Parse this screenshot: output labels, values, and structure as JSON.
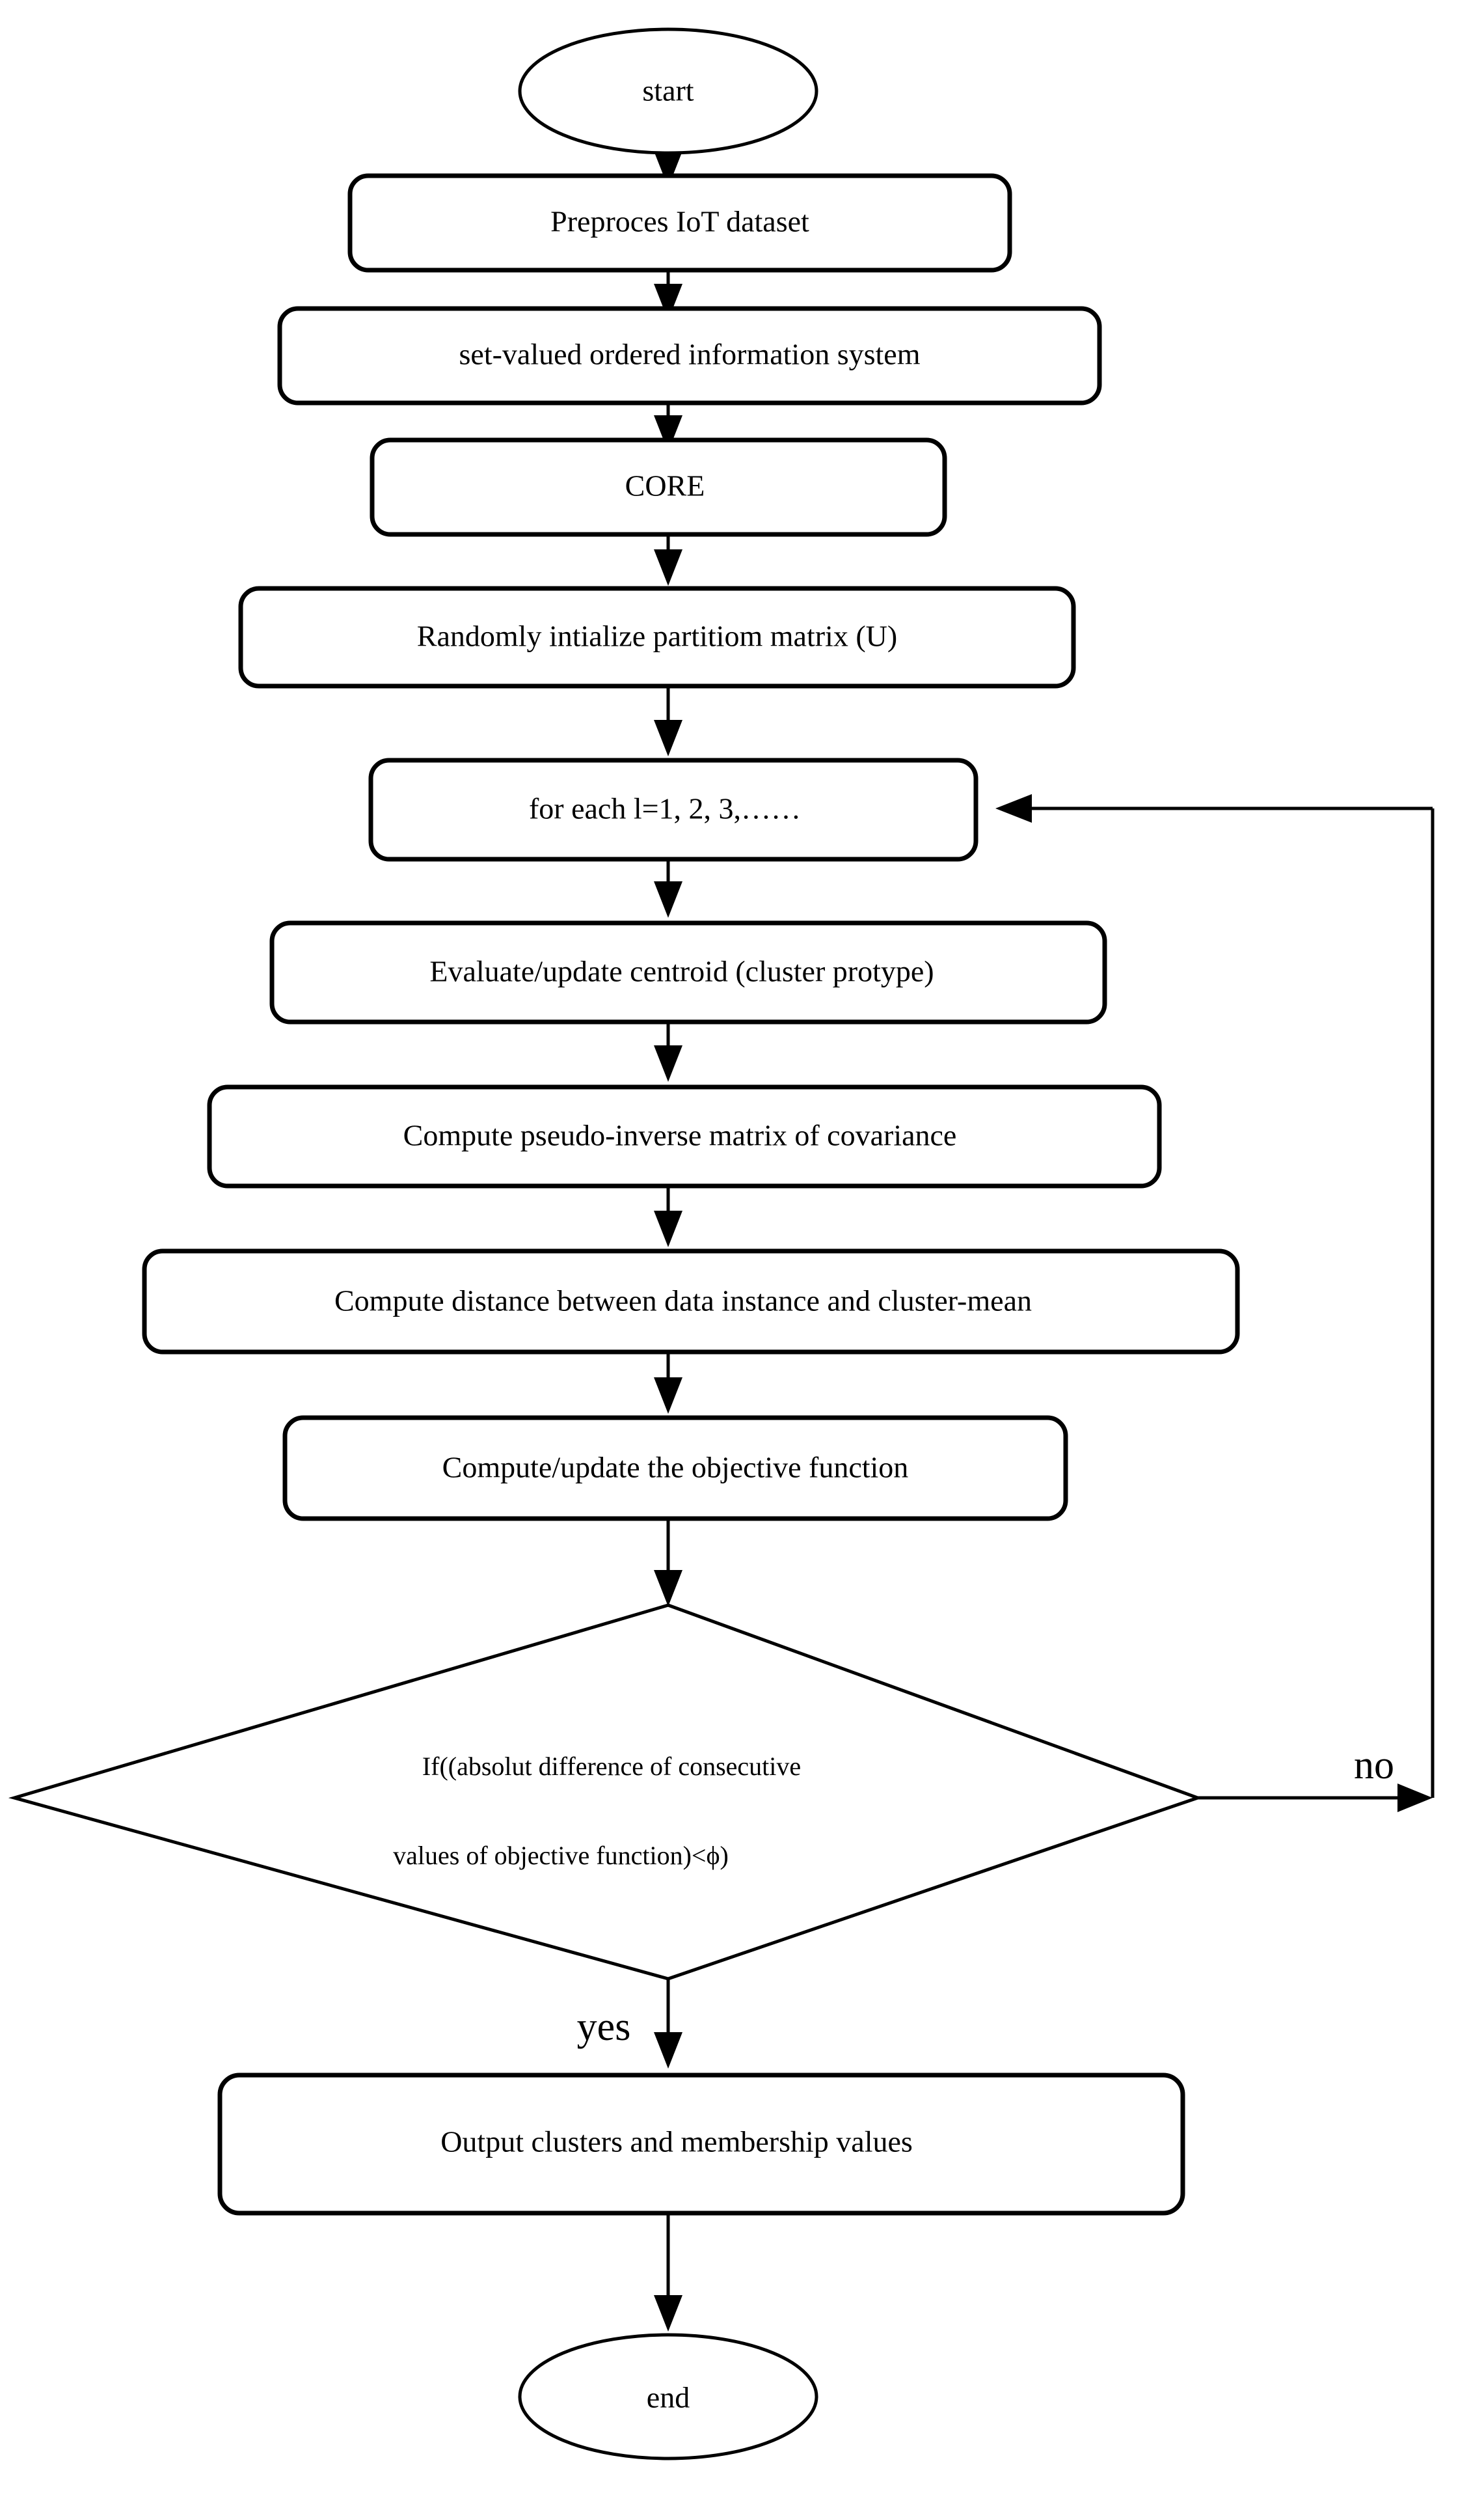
{
  "diagram": {
    "title": "Clustering algorithm flowchart",
    "orientation": "top-to-bottom",
    "colors": {
      "background": "#ffffff",
      "stroke": "#000000",
      "text": "#000000",
      "fill": "#ffffff"
    }
  },
  "nodes": {
    "start": {
      "label": "start",
      "shape": "ellipse"
    },
    "preprocess": {
      "label": "Preproces IoT dataset",
      "shape": "rounded-rect"
    },
    "svois": {
      "label": "set-valued ordered information system",
      "shape": "rounded-rect"
    },
    "core": {
      "label": "CORE",
      "shape": "rounded-rect"
    },
    "init_matrix": {
      "label": "Randomly intialize partitiom matrix (U)",
      "shape": "rounded-rect"
    },
    "for_each": {
      "label": "for each l=1, 2, 3,……",
      "shape": "rounded-rect"
    },
    "centroid": {
      "label": "Evaluate/update centroid (cluster protype)",
      "shape": "rounded-rect"
    },
    "pseudo_inverse": {
      "label": "Compute pseudo-inverse matrix of covariance",
      "shape": "rounded-rect"
    },
    "distance": {
      "label": "Compute distance between data instance and cluster-mean",
      "shape": "rounded-rect"
    },
    "objective": {
      "label": "Compute/update the objective function",
      "shape": "rounded-rect"
    },
    "decision": {
      "shape": "diamond",
      "line1": "If((absolut  difference  of  consecutive",
      "line2": "values of objective function)<ϕ)"
    },
    "output": {
      "label": "Output clusters and membership values",
      "shape": "rounded-rect"
    },
    "end": {
      "label": "end",
      "shape": "ellipse"
    }
  },
  "edges": {
    "branch_no": "no",
    "branch_yes": "yes"
  }
}
